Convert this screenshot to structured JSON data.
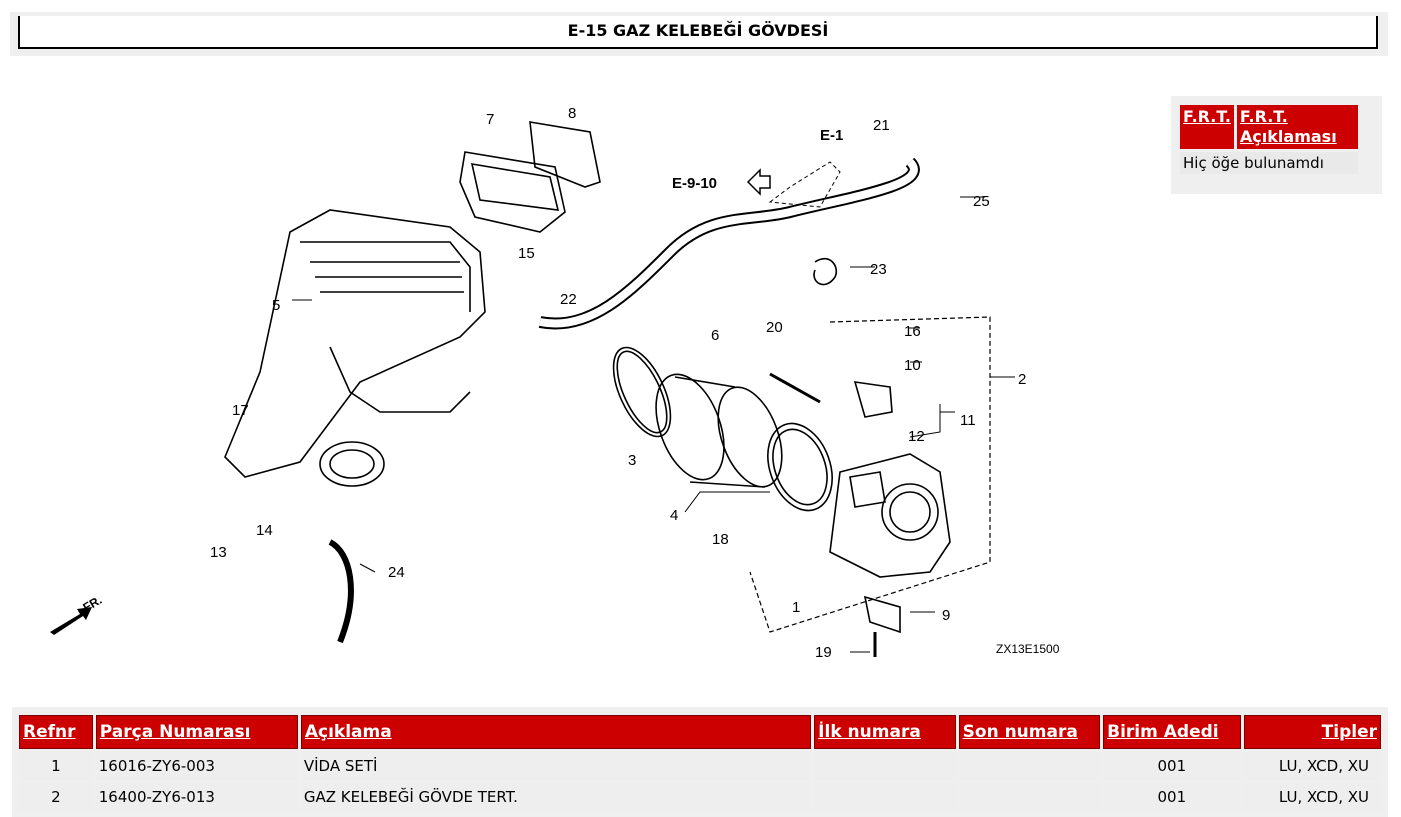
{
  "page_title": "E-15 GAZ KELEBEĞİ GÖVDESİ",
  "frt": {
    "headers": [
      "F.R.T.",
      "F.R.T. Açıklaması"
    ],
    "empty_message": "Hiç öğe bulunamdı"
  },
  "diagram": {
    "callouts": [
      "1",
      "2",
      "3",
      "4",
      "5",
      "6",
      "7",
      "8",
      "9",
      "10",
      "11",
      "12",
      "13",
      "14",
      "15",
      "16",
      "17",
      "18",
      "19",
      "20",
      "21",
      "22",
      "23",
      "24",
      "25"
    ],
    "ref_labels": [
      "E-1",
      "E-9-10"
    ],
    "image_code": "ZX13E1500",
    "direction_label": "FR."
  },
  "parts": {
    "headers": {
      "ref": "Refnr",
      "part_number": "Parça Numarası",
      "description": "Açıklama",
      "first_number": "İlk numara",
      "last_number": "Son numara",
      "quantity": "Birim Adedi",
      "types": "Tipler"
    },
    "rows": [
      {
        "ref": "1",
        "part_number": "16016-ZY6-003",
        "description": "VİDA SETİ",
        "first_number": "",
        "last_number": "",
        "quantity": "001",
        "types": "LU, XCD, XU"
      },
      {
        "ref": "2",
        "part_number": "16400-ZY6-013",
        "description": "GAZ KELEBEĞİ GÖVDE TERT.",
        "first_number": "",
        "last_number": "",
        "quantity": "001",
        "types": "LU, XCD, XU"
      }
    ]
  }
}
